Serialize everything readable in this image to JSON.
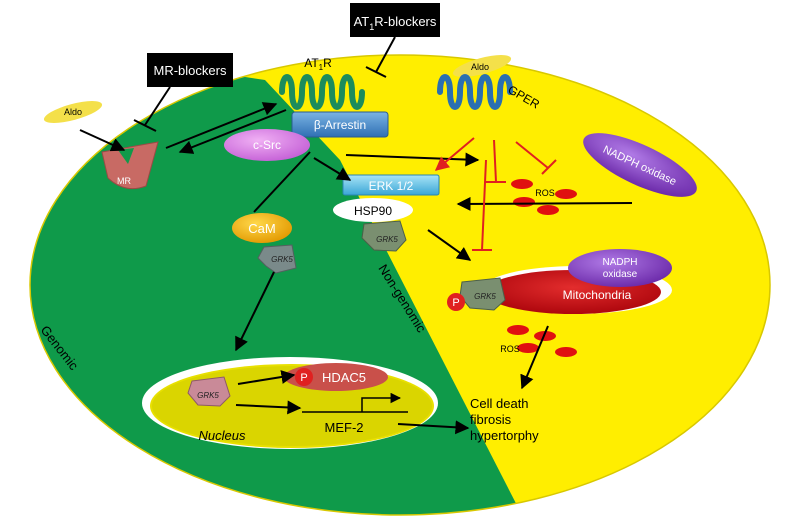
{
  "labels": {
    "at1r_blockers_main": "AT",
    "at1r_blockers_sub": "1",
    "at1r_blockers_tail": "R-blockers",
    "mr_blockers": "MR-blockers",
    "at1r_main": "AT",
    "at1r_sub": "1",
    "at1r_tail": "R",
    "gper": "GPER",
    "aldo_left": "Aldo",
    "aldo_right": "Aldo",
    "beta_arrestin": "β-Arrestin",
    "c_src": "c-Src",
    "mr": "MR",
    "erk": "ERK 1/2",
    "hsp90": "HSP90",
    "ros_top": "ROS",
    "ros_bottom": "ROS",
    "nadph_top": "NADPH oxidase",
    "nadph_mito_1": "NADPH",
    "nadph_mito_2": "oxidase",
    "mitochondria": "Mitochondria",
    "cam": "CaM",
    "grk5_cam": "GRK5",
    "grk5_center": "GRK5",
    "grk5_mito": "GRK5",
    "grk5_nucleus": "GRK5",
    "phospho_mito": "P",
    "phospho_nucleus": "P",
    "hdac5": "HDAC5",
    "mef2": "MEF-2",
    "nucleus": "Nucleus",
    "genomic": "Genomic",
    "non_genomic": "Non-genomic",
    "outcome_1": "Cell death",
    "outcome_2": "fibrosis",
    "outcome_3": "hypertorphy"
  },
  "colors": {
    "genomic_region": "#0f9a4a",
    "non_genomic_region": "#ffee00",
    "receptor_green": "#1c8c5c",
    "receptor_blue": "#2a6fb0",
    "arrestin": "#4f8fcf",
    "c_src": "#d77fe0",
    "mr": "#c86a64",
    "erk": "#6fc7ea",
    "nadph": "#8a46c8",
    "mitochondria": "#c30a10",
    "cam": "#f0b200",
    "grk5": "#7a8f70",
    "grk5_nucleus": "#c98a98",
    "hdac5": "#c9504a",
    "phospho": "#e02020",
    "inhibit_red": "#e02020",
    "ros": "#e01010"
  }
}
